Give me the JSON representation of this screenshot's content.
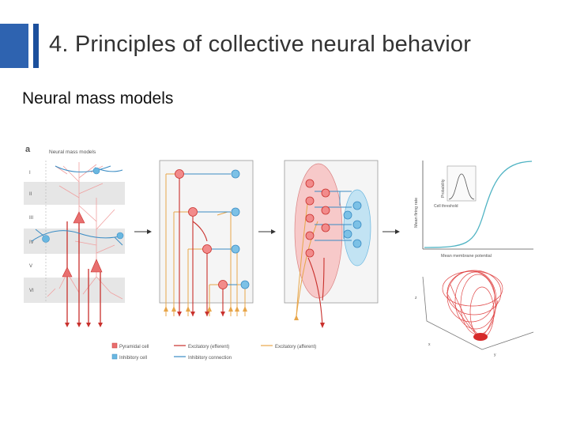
{
  "slide": {
    "title": "4. Principles of collective neural behavior",
    "subtitle": "Neural mass models"
  },
  "figure": {
    "panel_letter": "a",
    "panel_title": "Neural mass models",
    "layers": [
      "I",
      "II",
      "III",
      "IV",
      "V",
      "VI"
    ],
    "sigmoid": {
      "ylabel": "Mean firing rate",
      "xlabel": "Mean membrane potential",
      "inset_ylabel": "Probability",
      "inset_xlabel": "Cell threshold"
    },
    "attractor_axes": {
      "z": "z",
      "x": "x",
      "y": "y"
    },
    "legend": [
      {
        "label": "Pyramidal cell",
        "color": "#e86f6f"
      },
      {
        "label": "Inhibitory cell",
        "color": "#6ab7e0"
      },
      {
        "label": "Excitatory (efferent)",
        "color": "#c9302c"
      },
      {
        "label": "Inhibitory connection",
        "color": "#3a8cc4"
      },
      {
        "label": "Excitatory (afferent)",
        "color": "#e8a64a"
      }
    ],
    "colors": {
      "brand": "#1b4f9c",
      "pyramidal": "#e86f6f",
      "inhibitory": "#6ab7e0",
      "efferent": "#c9302c",
      "afferent": "#e8a64a",
      "inhibitory_connection": "#3a8cc4"
    }
  }
}
